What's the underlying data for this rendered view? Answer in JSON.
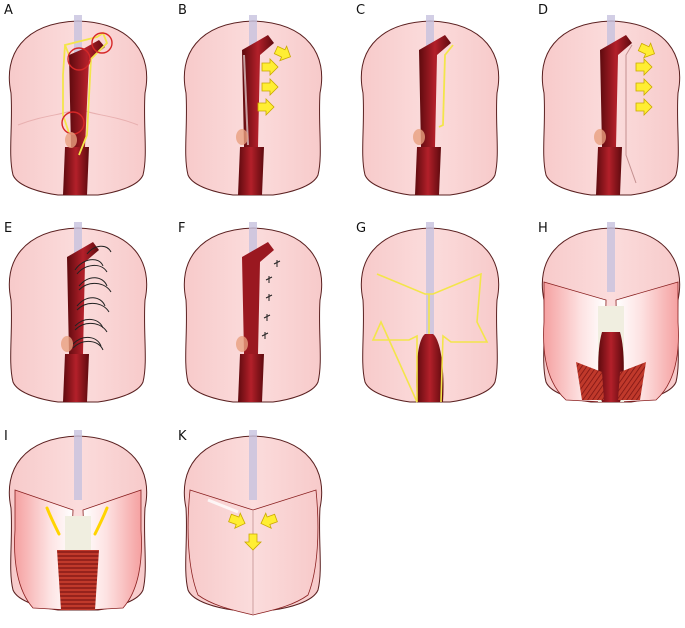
{
  "panels": [
    {
      "key": "A",
      "label": "A"
    },
    {
      "key": "B",
      "label": "B"
    },
    {
      "key": "C",
      "label": "C"
    },
    {
      "key": "D",
      "label": "D"
    },
    {
      "key": "E",
      "label": "E"
    },
    {
      "key": "F",
      "label": "F"
    },
    {
      "key": "G",
      "label": "G"
    },
    {
      "key": "H",
      "label": "H"
    },
    {
      "key": "I",
      "label": "I"
    },
    {
      "key": "K",
      "label": "K"
    }
  ],
  "colors": {
    "skin": "#f9d4d4",
    "skin_edge": "#5a2020",
    "wound_dark": "#7a0f14",
    "wound_mid": "#b3202a",
    "incision": "#f3e54a",
    "arrow": "#ffee33",
    "arrow_edge": "#c9a800",
    "marker_circle": "#d62828",
    "suture": "#222222",
    "midline": "#c7c2df"
  },
  "icons": [
    "arrow-icon",
    "circle-marker-icon",
    "suture-icon"
  ]
}
